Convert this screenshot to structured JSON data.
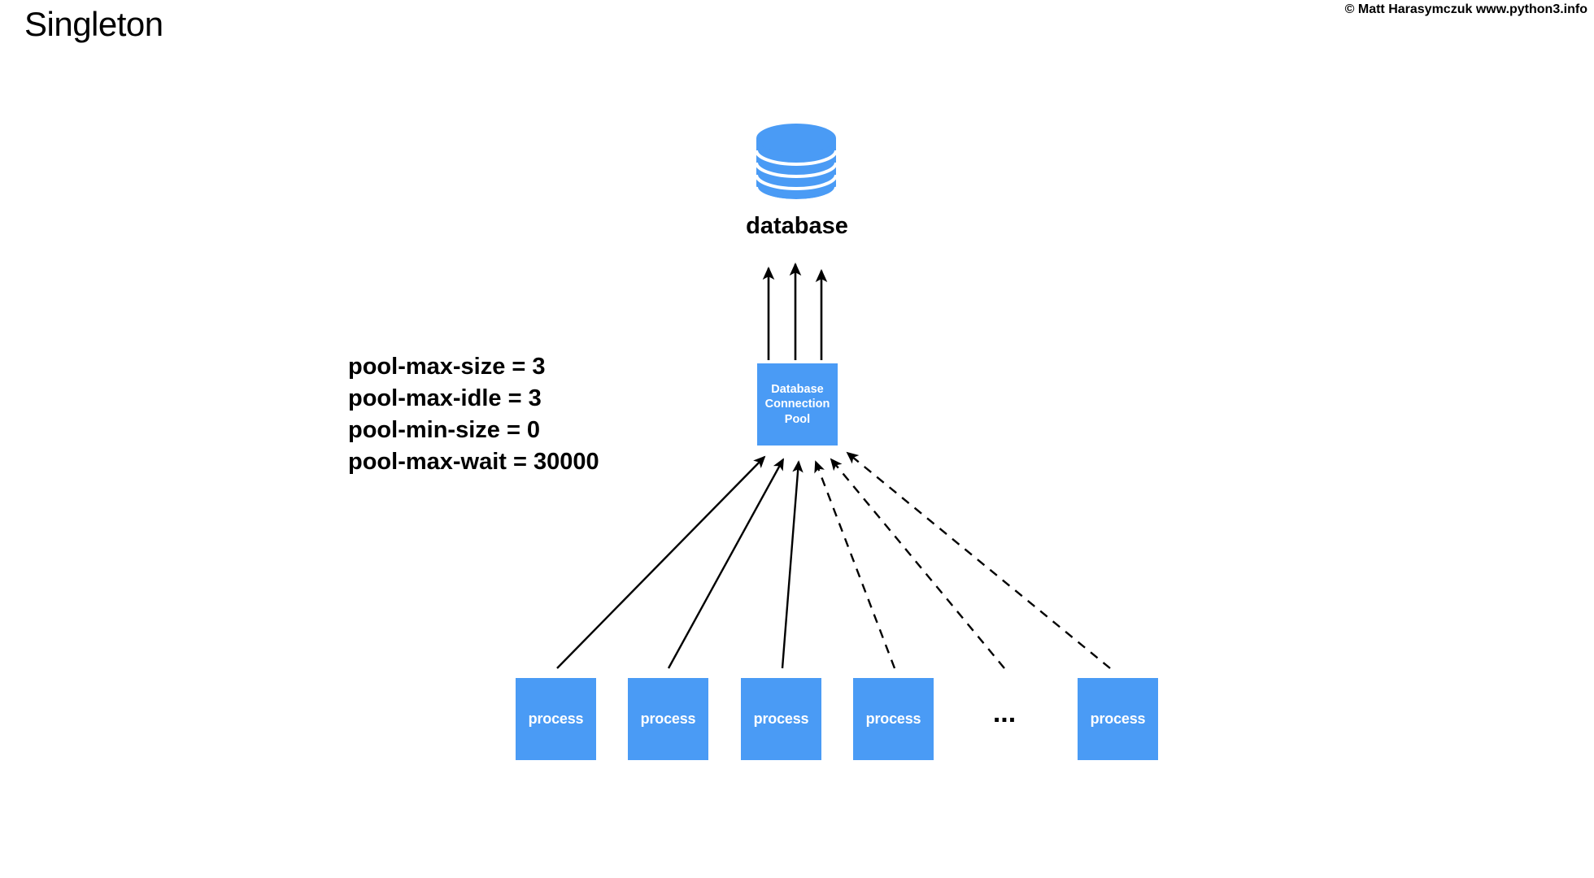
{
  "header": {
    "title": "Singleton",
    "copyright": "© Matt Harasymczuk www.python3.info"
  },
  "diagram": {
    "database": {
      "icon": "database-cylinder-icon",
      "label": "database",
      "color": "#4a9bf5"
    },
    "pool": {
      "label_line1": "Database",
      "label_line2": "Connection",
      "label_line3": "Pool",
      "color": "#4a9bf5",
      "text_color": "#ffffff"
    },
    "config": {
      "lines": [
        "pool-max-size = 3",
        "pool-max-idle = 3",
        "pool-min-size = 0",
        "pool-max-wait = 30000"
      ]
    },
    "processes": [
      {
        "label": "process",
        "connection": "solid"
      },
      {
        "label": "process",
        "connection": "solid"
      },
      {
        "label": "process",
        "connection": "solid"
      },
      {
        "label": "process",
        "connection": "dashed"
      },
      {
        "label": "process",
        "connection": "dashed"
      }
    ],
    "ellipsis": "...",
    "arrows": {
      "pool_to_database_count": 3,
      "pool_to_database_style": "solid",
      "process_to_pool_solid_count": 3,
      "process_to_pool_dashed_count": 3,
      "color": "#000000"
    }
  }
}
